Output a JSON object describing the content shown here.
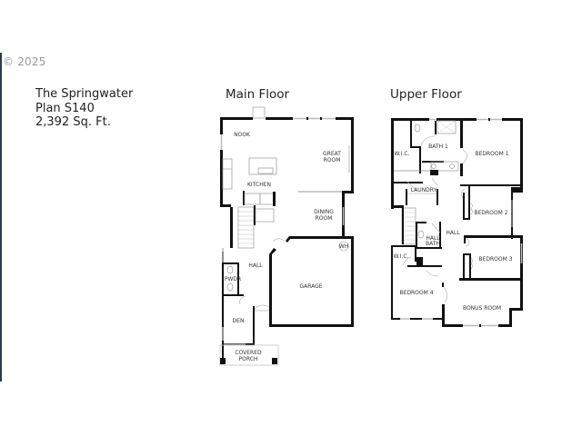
{
  "copyright": "© 2025",
  "plan": {
    "name": "The Springwater",
    "plan_number": "Plan S140",
    "area": "2,392 Sq. Ft."
  },
  "floors": {
    "main": {
      "title": "Main Floor",
      "rooms": {
        "nook": "NOOK",
        "great_room_1": "GREAT",
        "great_room_2": "ROOM",
        "kitchen": "KITCHEN",
        "dining_1": "DINING",
        "dining_2": "ROOM",
        "wh": "WH",
        "hall": "HALL",
        "pwdr": "PWDR",
        "garage": "GARAGE",
        "den": "DEN",
        "porch_1": "COVERED",
        "porch_2": "PORCH"
      }
    },
    "upper": {
      "title": "Upper Floor",
      "rooms": {
        "wic_1": "W.I.C.",
        "bath1": "BATH 1",
        "bedroom1": "BEDROOM 1",
        "laundry": "LAUNDRY",
        "bedroom2": "BEDROOM 2",
        "hall": "HALL",
        "hall_bath_1": "HALL",
        "hall_bath_2": "BATH",
        "wic_2": "W.I.C.",
        "bedroom3": "BEDROOM 3",
        "bedroom4": "BEDROOM 4",
        "bonus": "BONUS ROOM"
      }
    }
  }
}
